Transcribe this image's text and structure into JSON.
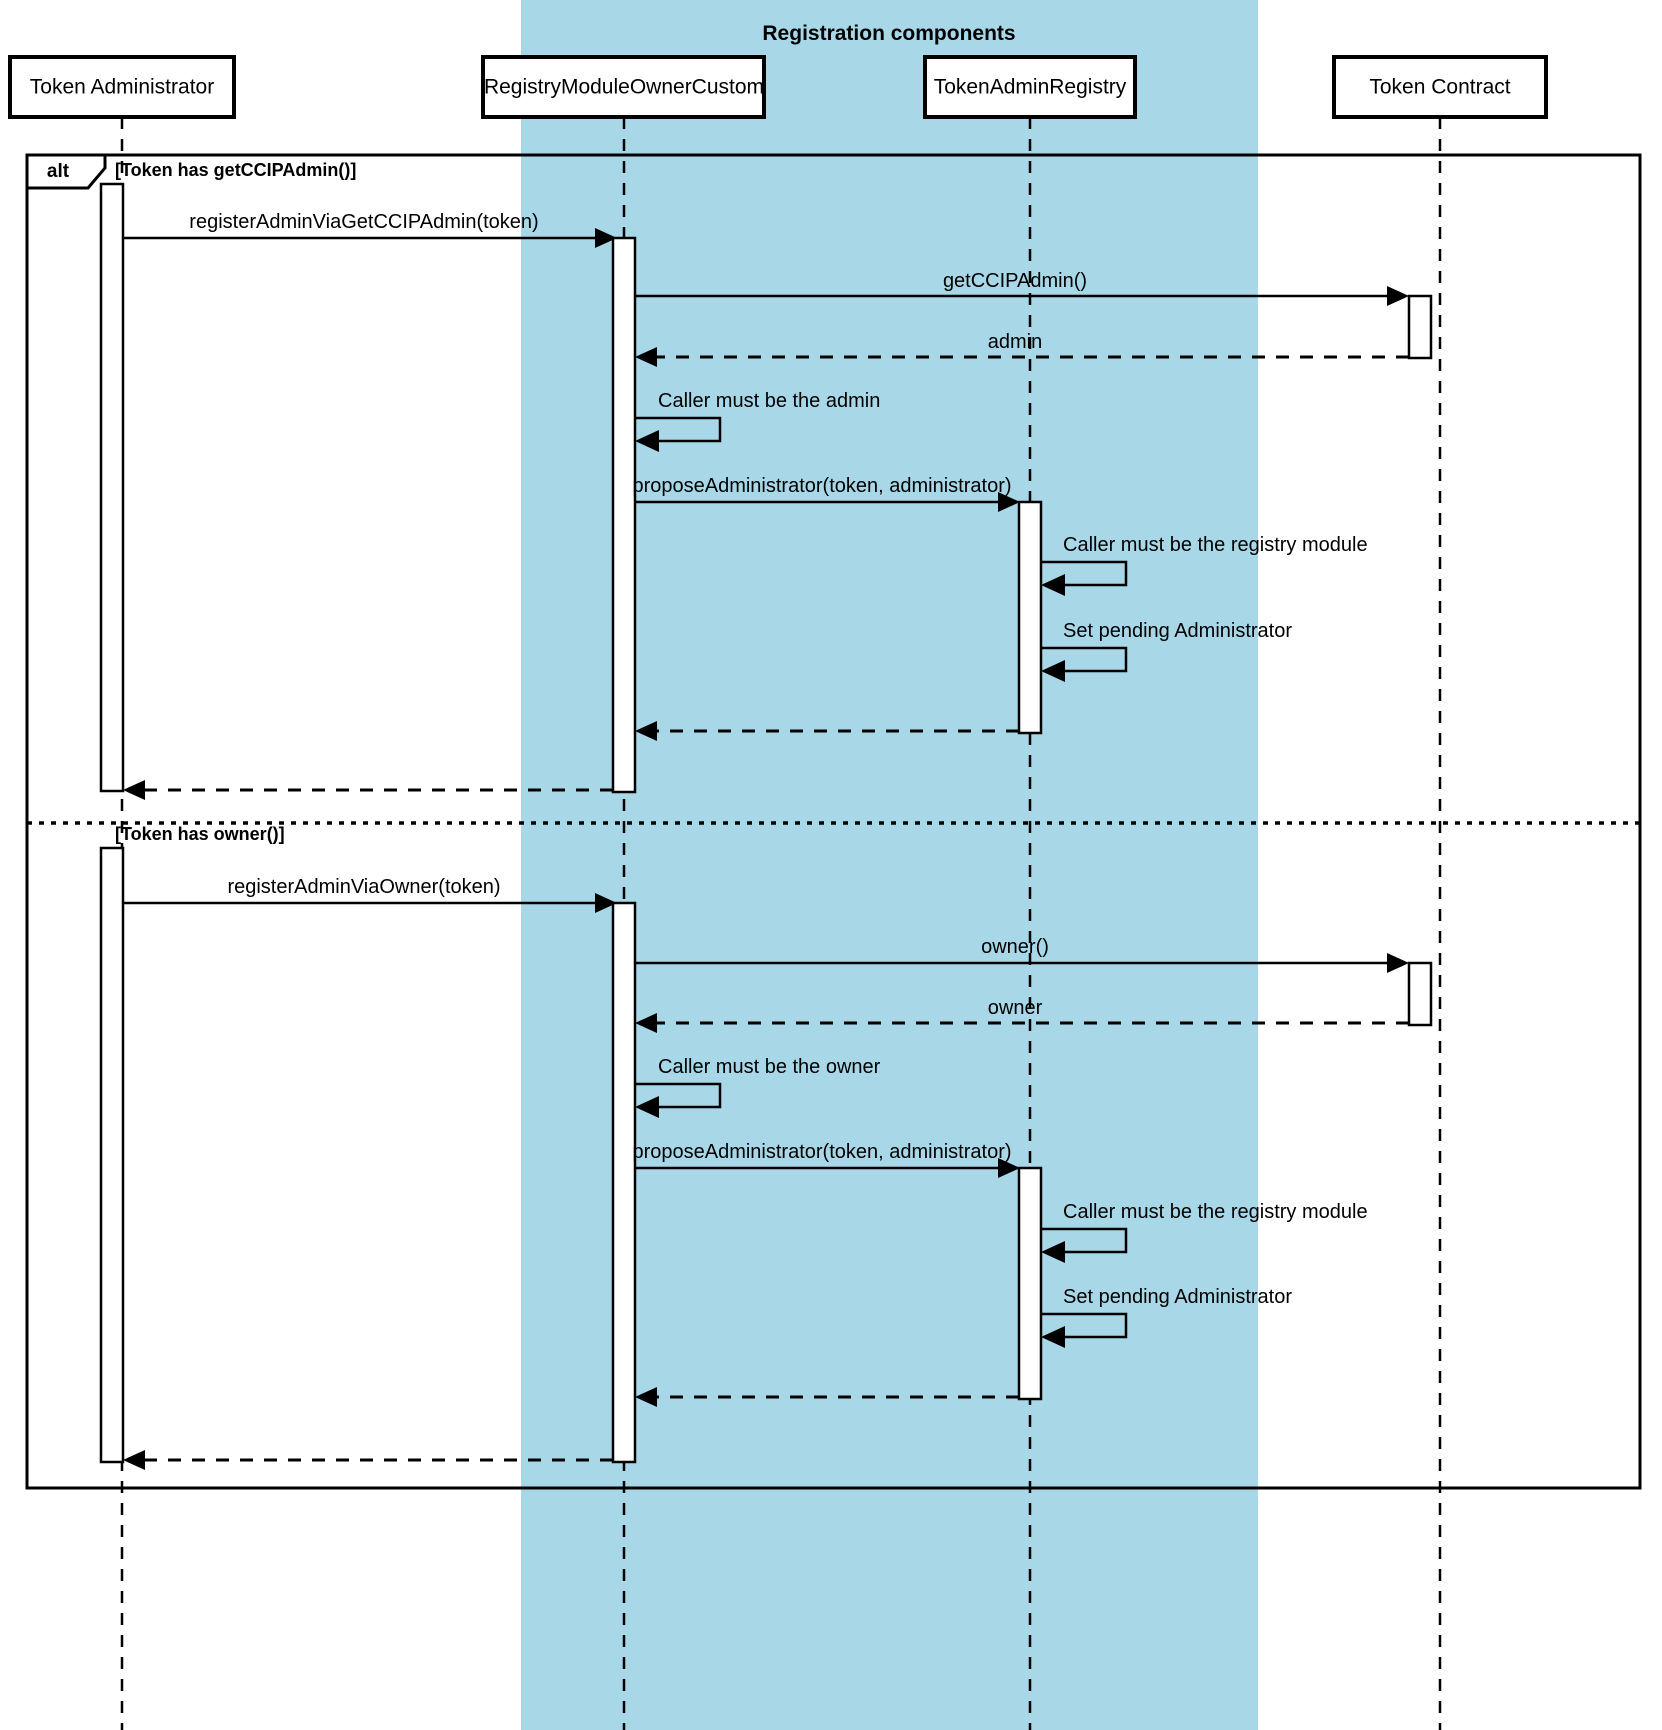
{
  "diagram": {
    "type": "uml-sequence-diagram",
    "title": "",
    "group": {
      "label": "Registration components",
      "color": "#a8d8e8",
      "members": [
        "RegistryModuleOwnerCustom",
        "TokenAdminRegistry"
      ]
    },
    "participants": [
      {
        "id": "admin",
        "label": "Token Administrator"
      },
      {
        "id": "registry_module",
        "label": "RegistryModuleOwnerCustom"
      },
      {
        "id": "token_admin_registry",
        "label": "TokenAdminRegistry"
      },
      {
        "id": "token_contract",
        "label": "Token Contract"
      }
    ],
    "fragment": {
      "operator": "alt",
      "branches": [
        {
          "guard": "[Token has getCCIPAdmin()]"
        },
        {
          "guard": "[Token has owner()]"
        }
      ]
    },
    "messages": [
      {
        "id": "m1",
        "from": "admin",
        "to": "registry_module",
        "label": "registerAdminViaGetCCIPAdmin(token)",
        "kind": "sync"
      },
      {
        "id": "m2",
        "from": "registry_module",
        "to": "token_contract",
        "label": "getCCIPAdmin()",
        "kind": "sync"
      },
      {
        "id": "m3",
        "from": "token_contract",
        "to": "registry_module",
        "label": "admin",
        "kind": "return"
      },
      {
        "id": "m4",
        "from": "registry_module",
        "to": "registry_module",
        "label": "Caller must be the admin",
        "kind": "self"
      },
      {
        "id": "m5",
        "from": "registry_module",
        "to": "token_admin_registry",
        "label": "proposeAdministrator(token, administrator)",
        "kind": "sync"
      },
      {
        "id": "m6",
        "from": "token_admin_registry",
        "to": "token_admin_registry",
        "label": "Caller must be the registry module",
        "kind": "self"
      },
      {
        "id": "m7",
        "from": "token_admin_registry",
        "to": "token_admin_registry",
        "label": "Set pending Administrator",
        "kind": "self"
      },
      {
        "id": "m8",
        "from": "token_admin_registry",
        "to": "registry_module",
        "label": "",
        "kind": "return"
      },
      {
        "id": "m9",
        "from": "registry_module",
        "to": "admin",
        "label": "",
        "kind": "return"
      },
      {
        "id": "m10",
        "from": "admin",
        "to": "registry_module",
        "label": "registerAdminViaOwner(token)",
        "kind": "sync"
      },
      {
        "id": "m11",
        "from": "registry_module",
        "to": "token_contract",
        "label": "owner()",
        "kind": "sync"
      },
      {
        "id": "m12",
        "from": "token_contract",
        "to": "registry_module",
        "label": "owner",
        "kind": "return"
      },
      {
        "id": "m13",
        "from": "registry_module",
        "to": "registry_module",
        "label": "Caller must be the owner",
        "kind": "self"
      },
      {
        "id": "m14",
        "from": "registry_module",
        "to": "token_admin_registry",
        "label": "proposeAdministrator(token, administrator)",
        "kind": "sync"
      },
      {
        "id": "m15",
        "from": "token_admin_registry",
        "to": "token_admin_registry",
        "label": "Caller must be the registry module",
        "kind": "self"
      },
      {
        "id": "m16",
        "from": "token_admin_registry",
        "to": "token_admin_registry",
        "label": "Set pending Administrator",
        "kind": "self"
      },
      {
        "id": "m17",
        "from": "token_admin_registry",
        "to": "registry_module",
        "label": "",
        "kind": "return"
      },
      {
        "id": "m18",
        "from": "registry_module",
        "to": "admin",
        "label": "",
        "kind": "return"
      }
    ]
  }
}
